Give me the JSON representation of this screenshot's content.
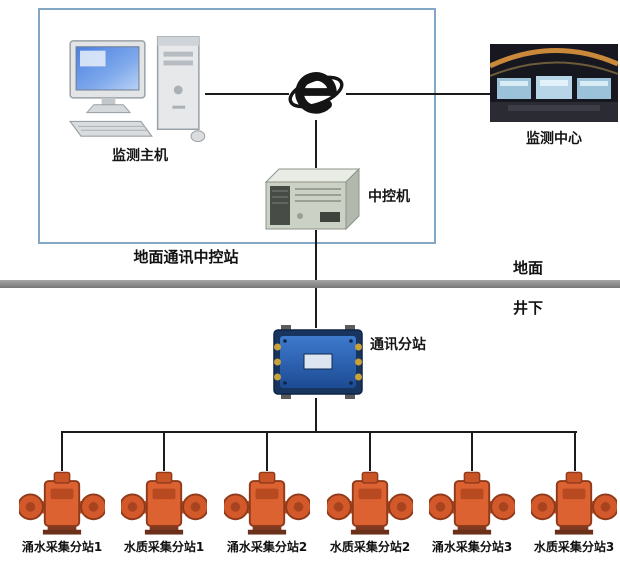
{
  "nodes": {
    "monitor_host": "监测主机",
    "monitor_center": "监测中心",
    "central_control": "中控机",
    "substation": "通讯分站"
  },
  "zones": {
    "ground_station": "地面通讯中控站",
    "surface": "地面",
    "underground": "井下"
  },
  "devices": [
    {
      "label": "涌水采集分站1"
    },
    {
      "label": "水质采集分站1"
    },
    {
      "label": "涌水采集分站2"
    },
    {
      "label": "水质采集分站2"
    },
    {
      "label": "涌水采集分站3"
    },
    {
      "label": "水质采集分站3"
    }
  ],
  "icons": {
    "internet": "ie-globe-icon",
    "monitor_host": "desktop-computer-icon",
    "monitor_center": "control-room-photo",
    "central_control": "rack-server-icon",
    "substation": "mine-substation-icon",
    "collector": "flow-sensor-icon"
  },
  "colors": {
    "ground_box_border": "#84a7c6",
    "divider_gray": "#8a8a8a",
    "line_black": "#1b1b1b",
    "substation_blue": "#2a5fb0",
    "device_orange": "#d2582a",
    "screen_blue": "#3a6fd8"
  }
}
